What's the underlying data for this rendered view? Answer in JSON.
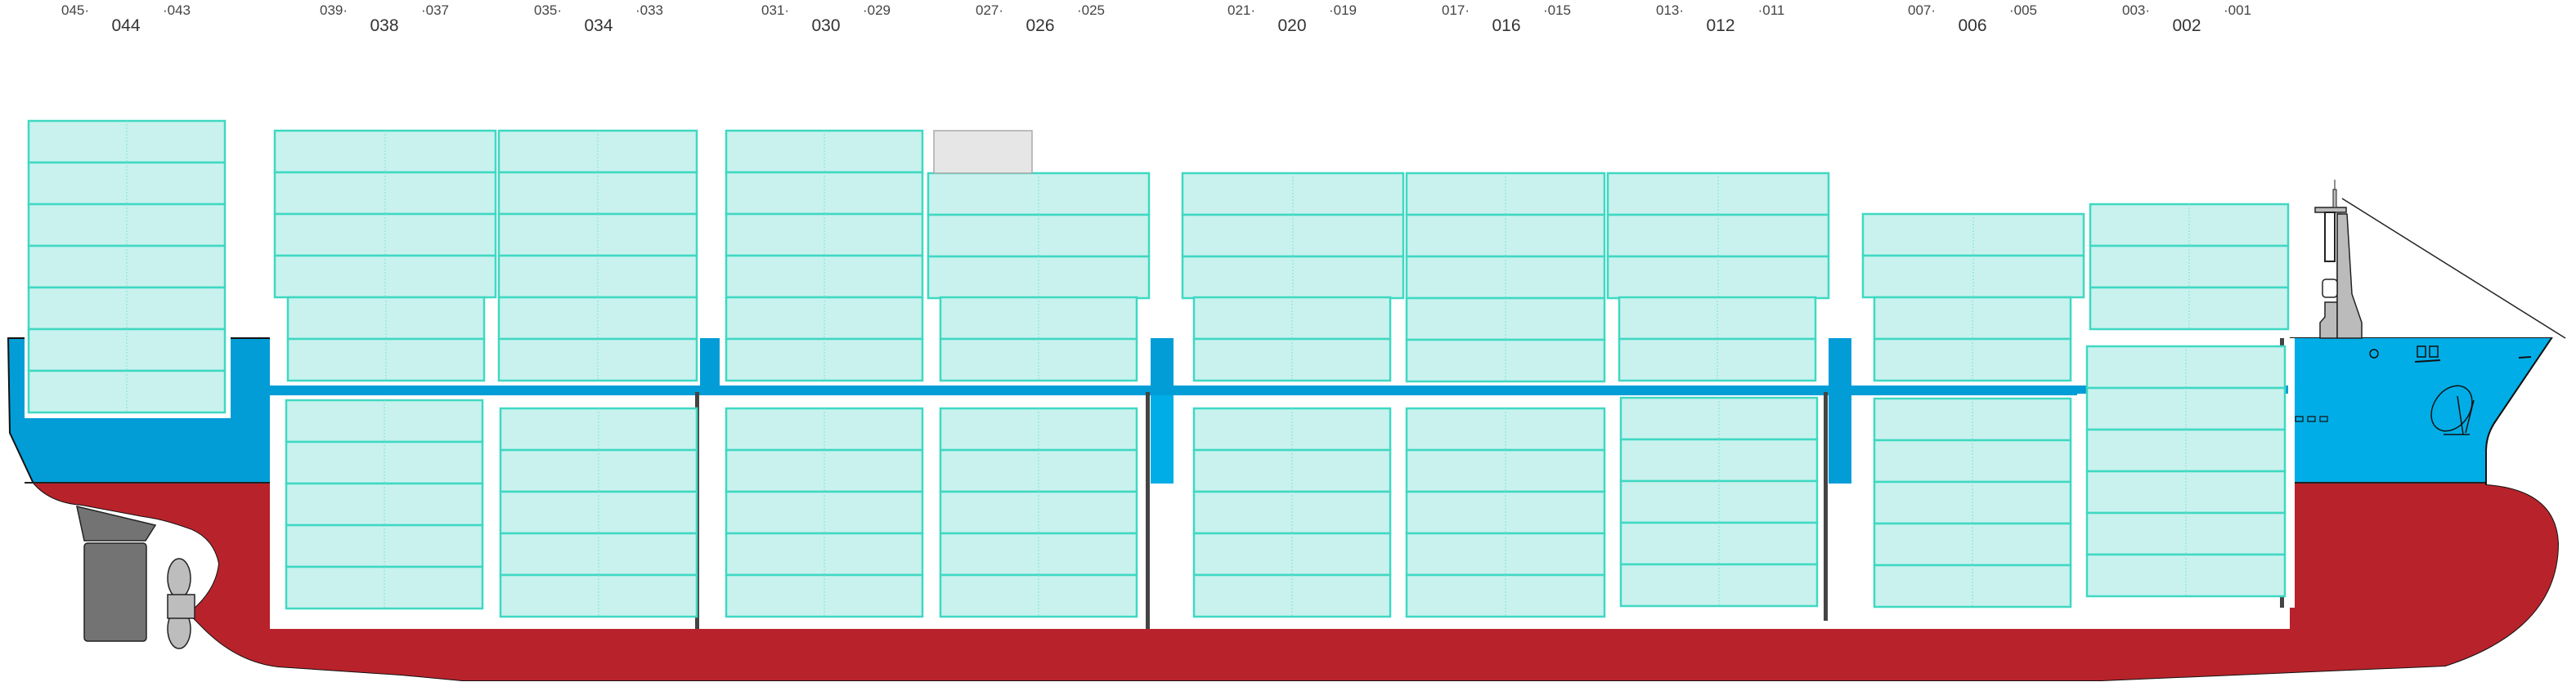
{
  "colors": {
    "hull_upper_aft": "#029dd7",
    "hull_upper_fwd": "#00ade7",
    "hull_lower": "#b8232b",
    "container_fill": "#c9f2ee",
    "container_stroke": "#3fd8c2",
    "empty_slot": "#e6e6e6",
    "rudder": "#737373",
    "propeller": "#bdbdbd"
  },
  "bays": [
    {
      "bay": "044",
      "aft": "045·",
      "fwd": "·043"
    },
    {
      "bay": "038",
      "aft": "039·",
      "fwd": "·037"
    },
    {
      "bay": "034",
      "aft": "035·",
      "fwd": "·033"
    },
    {
      "bay": "030",
      "aft": "031·",
      "fwd": "·029"
    },
    {
      "bay": "026",
      "aft": "027·",
      "fwd": "·025"
    },
    {
      "bay": "020",
      "aft": "021·",
      "fwd": "·019"
    },
    {
      "bay": "016",
      "aft": "017·",
      "fwd": "·015"
    },
    {
      "bay": "012",
      "aft": "013·",
      "fwd": "·011"
    },
    {
      "bay": "006",
      "aft": "007·",
      "fwd": "·005"
    },
    {
      "bay": "002",
      "aft": "003·",
      "fwd": "·001"
    }
  ]
}
